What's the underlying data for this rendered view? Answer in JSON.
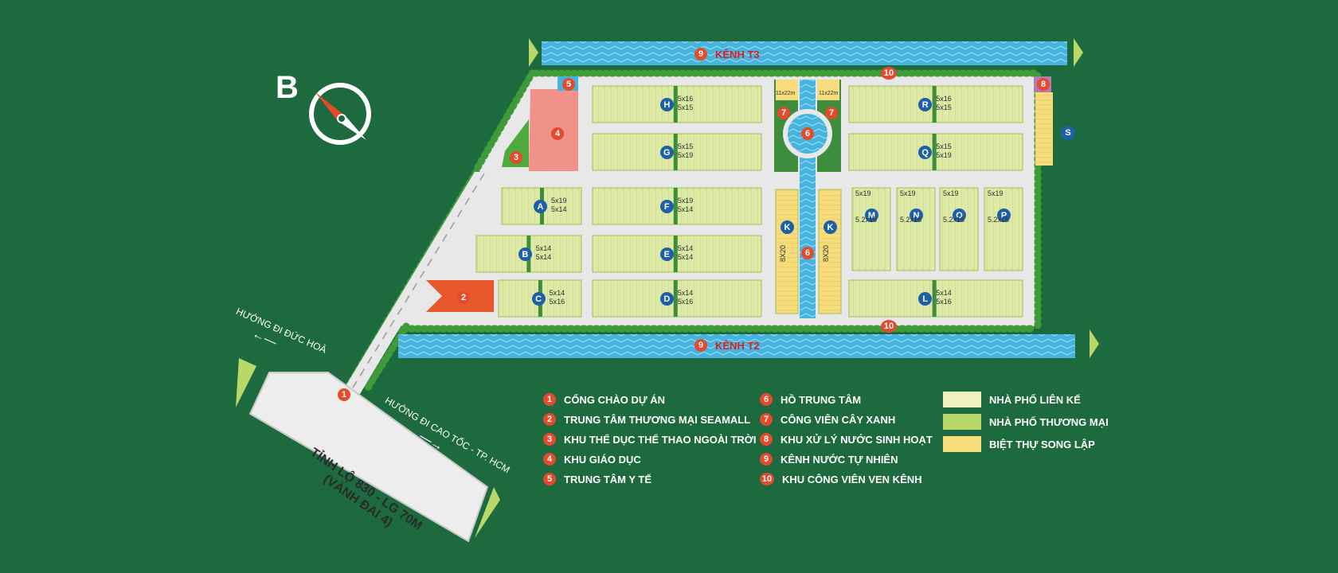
{
  "compass": {
    "north_letter": "B"
  },
  "canals": {
    "top": "KÊNH T3",
    "bottom": "KÊNH T2",
    "number": "9"
  },
  "road_main": {
    "line1": "TỈNH LỘ 830 - LG 70M",
    "line2": "(VÀNH ĐAI 4)"
  },
  "directions": {
    "left": "HƯỚNG ĐI ĐỨC HOÀ",
    "right": "HƯỚNG ĐI CAO TỐC - TP. HCM"
  },
  "side_label": "S",
  "marker_nums": {
    "n1": "1",
    "n2": "2",
    "n3": "3",
    "n4": "4",
    "n5": "5",
    "n6": "6",
    "n7": "7",
    "n8": "8",
    "n10": "10"
  },
  "park_lot_label": "11x22m",
  "blocks": {
    "H": {
      "name": "H",
      "size1": "5x16",
      "size2": "5x15"
    },
    "G": {
      "name": "G",
      "size1": "5x15",
      "size2": "5x19"
    },
    "F": {
      "name": "F",
      "size1": "5x19",
      "size2": "5x14"
    },
    "E": {
      "name": "E",
      "size1": "5x14",
      "size2": "5x14"
    },
    "D": {
      "name": "D",
      "size1": "5x14",
      "size2": "5x16"
    },
    "A": {
      "name": "A",
      "size1": "5x19",
      "size2": "5x14"
    },
    "B": {
      "name": "B",
      "size1": "5x14",
      "size2": "5x14"
    },
    "C": {
      "name": "C",
      "size1": "5x14",
      "size2": "5x16"
    },
    "R": {
      "name": "R",
      "size1": "5x16",
      "size2": "5x15"
    },
    "Q": {
      "name": "Q",
      "size1": "5x15",
      "size2": "5x19"
    },
    "L": {
      "name": "L",
      "size1": "5x14",
      "size2": "5x16"
    },
    "K": {
      "name": "K",
      "size1": "8X20",
      "size2": "8X20"
    },
    "M": {
      "name": "M",
      "size1": "5x19",
      "size2": "5.2x15"
    },
    "N": {
      "name": "N",
      "size1": "5x19",
      "size2": "5.2x15"
    },
    "O": {
      "name": "O",
      "size1": "5x19",
      "size2": "5.2x15"
    },
    "P": {
      "name": "P",
      "size1": "5x19",
      "size2": "5.2x15"
    }
  },
  "legend_numbered": [
    {
      "num": "1",
      "label": "CỔNG CHÀO DỰ ÁN"
    },
    {
      "num": "2",
      "label": "TRUNG TÂM THƯƠNG MẠI SEAMALL"
    },
    {
      "num": "3",
      "label": "KHU THỂ DỤC THỂ THAO NGOÀI TRỜI"
    },
    {
      "num": "4",
      "label": "KHU GIÁO DỤC"
    },
    {
      "num": "5",
      "label": "TRUNG TÂM Y TẾ"
    },
    {
      "num": "6",
      "label": "HỒ TRUNG TÂM"
    },
    {
      "num": "7",
      "label": "CÔNG VIÊN CÂY XANH"
    },
    {
      "num": "8",
      "label": "KHU XỬ LÝ NƯỚC SINH HOẠT"
    },
    {
      "num": "9",
      "label": "KÊNH NƯỚC TỰ NHIÊN"
    },
    {
      "num": "10",
      "label": "KHU CÔNG VIÊN VEN KÊNH"
    }
  ],
  "legend_types": [
    {
      "label": "NHÀ PHỐ LIÊN KẾ",
      "color": "#eef2c0"
    },
    {
      "label": "NHÀ PHỐ THƯƠNG MẠI",
      "color": "#b8d86a"
    },
    {
      "label": "BIỆT THỰ SONG LẬP",
      "color": "#f6dc7a"
    }
  ],
  "colors": {
    "bg": "#1d6a3e",
    "road": "#e8e8e8",
    "water": "#47b4de",
    "marker": "#e44a2b",
    "block_badge": "#1f5fa8",
    "commercial": "#e8582c",
    "education": "#f0918a"
  }
}
